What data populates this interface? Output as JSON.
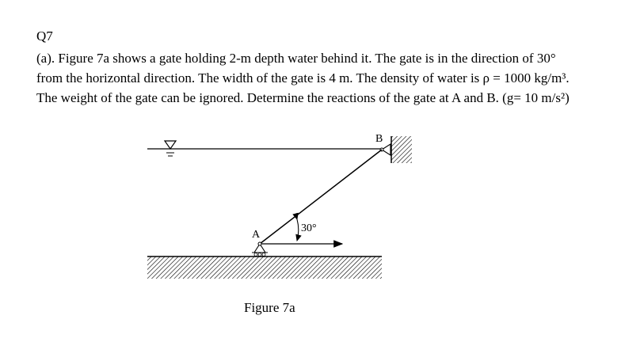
{
  "question": {
    "number": "Q7",
    "lines": [
      "(a). Figure 7a shows a gate holding 2-m depth water behind it. The gate is in the direction of 30°",
      "from the horizontal direction. The width of the gate is 4 m. The density of water is ρ = 1000 kg/m³.",
      "The weight of the gate can be ignored. Determine the reactions of the gate at A and B. (g= 10 m/s²)"
    ]
  },
  "figure": {
    "caption": "Figure 7a",
    "label_a": "A",
    "label_b": "B",
    "angle_label": "30°",
    "water_surface_symbol": "water-surface-triangle-icon"
  }
}
